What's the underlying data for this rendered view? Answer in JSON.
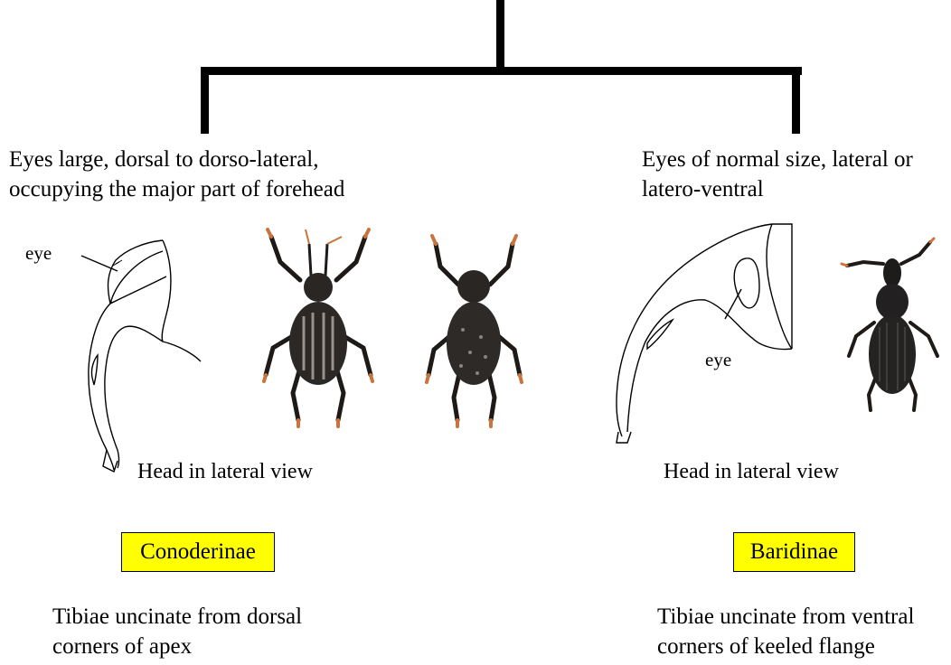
{
  "left": {
    "character": "Eyes large, dorsal to dorso-lateral,\noccupying the major part of forehead",
    "eye_label": "eye",
    "head_caption": "Head in lateral view",
    "taxon": "Conoderinae",
    "tibiae": "Tibiae uncinate from dorsal\ncorners of apex"
  },
  "right": {
    "character": "Eyes of normal size, lateral or\nlatero-ventral",
    "eye_label": "eye",
    "head_caption": "Head in lateral view",
    "taxon": "Baridinae",
    "tibiae": "Tibiae uncinate from ventral\ncorners of keeled flange"
  },
  "colors": {
    "highlight": "#ffff00",
    "beetle_body": "#2a2a2a",
    "beetle_legs": "#c8743c"
  }
}
